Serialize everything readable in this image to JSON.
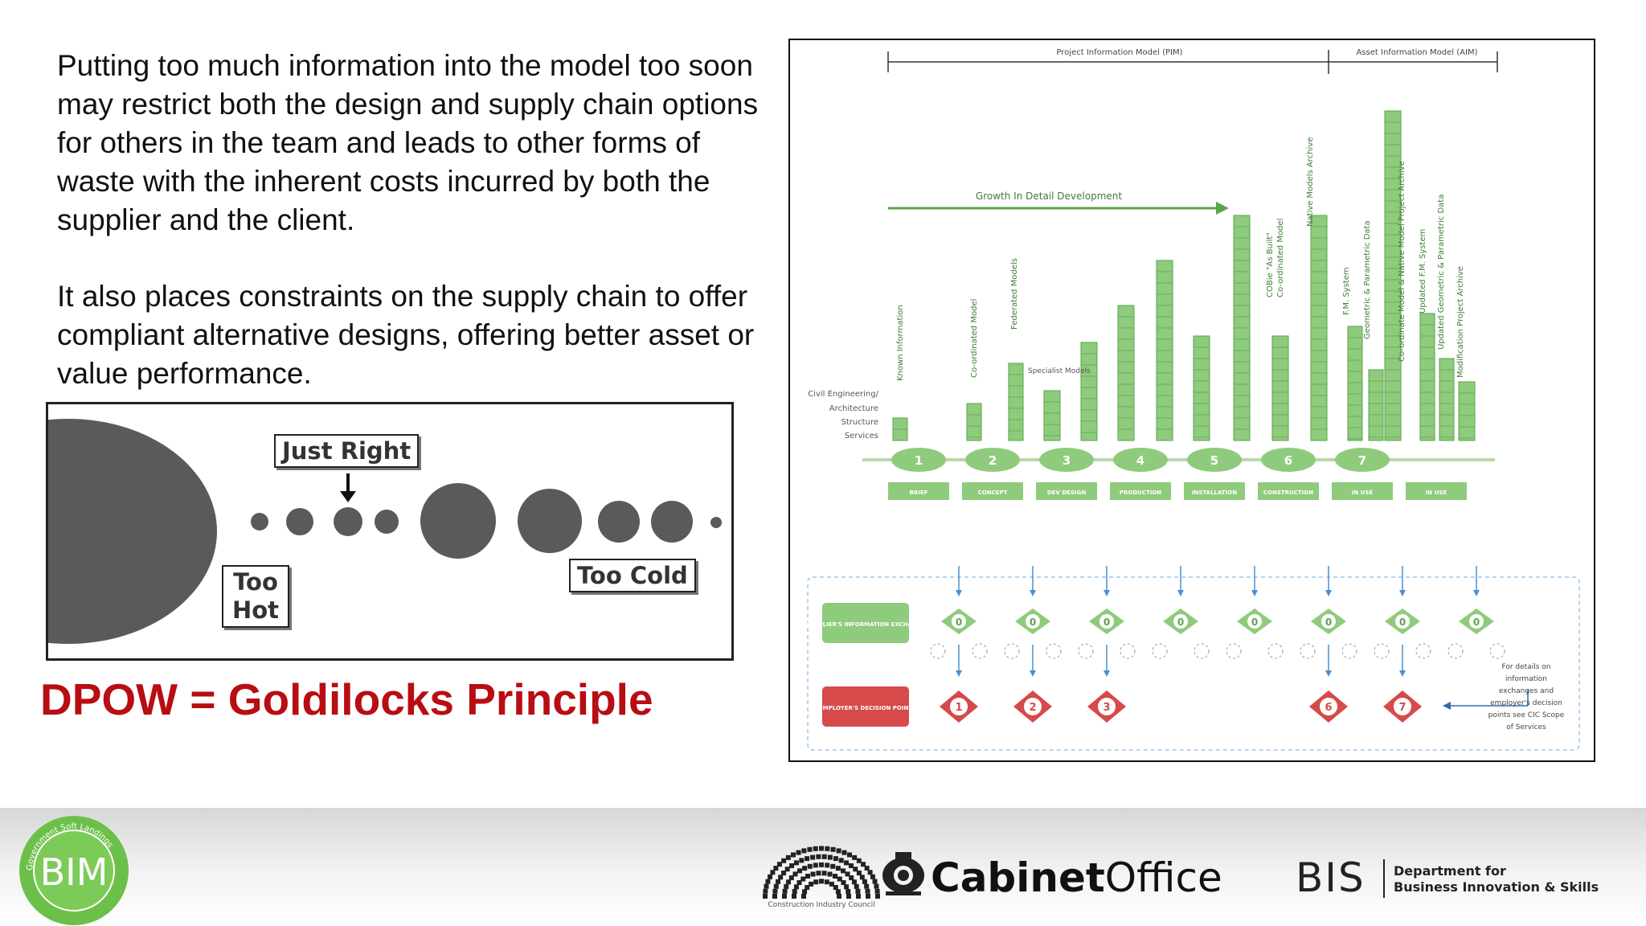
{
  "text": {
    "paragraph1": "Putting too much information into the model too soon may restrict both the design and supply chain options for others in the team and leads to other forms of waste with the inherent costs incurred by both the supplier and the client.",
    "paragraph2": "It also places constraints on the supply chain to offer compliant alternative designs, offering better asset or value performance."
  },
  "goldilocks": {
    "just_right": "Just Right",
    "too_hot": "Too Hot",
    "too_cold": "Too Cold"
  },
  "headline": "DPOW = Goldilocks Principle",
  "diagram": {
    "pim": "Project Information Model (PIM)",
    "aim": "Asset Information Model (AIM)",
    "growth": "Growth In Detail Development",
    "disciplines": [
      "Civil Engineering/",
      "Architecture",
      "Structure",
      "Services"
    ],
    "stage_numbers": [
      "1",
      "2",
      "3",
      "4",
      "5",
      "6",
      "7"
    ],
    "stage_labels": [
      "BRIEF",
      "CONCEPT",
      "DEV DESIGN",
      "PRODUCTION",
      "INSTALLATION",
      "CONSTRUCTION",
      "IN USE",
      "IN USE"
    ],
    "labels": {
      "known": "Known Information",
      "coord": "Co-ordinated Model",
      "federated": "Federated Models",
      "specialist": "Specialist Models",
      "cobie": "COBie \"As Built\"",
      "coord_model": "Co-ordinated Model",
      "native": "Native Models Archive",
      "fm": "F.M. System",
      "geo": "Geometric & Parametric Data",
      "coord_native": "Co-ordinate Model & Native Model Project Archive",
      "updated_fm": "Updated F.M. System",
      "updated_geo": "Updated Geometric & Parametric Data",
      "modification": "Modification Project Archive"
    },
    "supplier_box": "SUPPLIER'S INFORMATION EXCHANGE",
    "employer_box": "EMPLOYER'S DECISION POINT",
    "exchange_numbers": [
      "0",
      "0",
      "0",
      "0",
      "0",
      "0",
      "0",
      "0"
    ],
    "decision_numbers": [
      "1",
      "2",
      "3",
      "6",
      "7"
    ],
    "note": "For details on information exchanges and employer's decision points see CIC Scope of Services"
  },
  "footer": {
    "bim_arc": "Government Soft Landings",
    "bim": "BIM",
    "cic": "Construction Industry Council",
    "cabinet_bold": "Cabinet",
    "cabinet_light": "Office",
    "bis": "BIS",
    "bis_dept1": "Department for",
    "bis_dept2": "Business Innovation & Skills"
  },
  "colors": {
    "green": "#8fcb7c",
    "green_dark": "#5aa34e",
    "red_text": "#b80d12",
    "red_diamond": "#d64a4a",
    "blob": "#5a5a5a"
  }
}
